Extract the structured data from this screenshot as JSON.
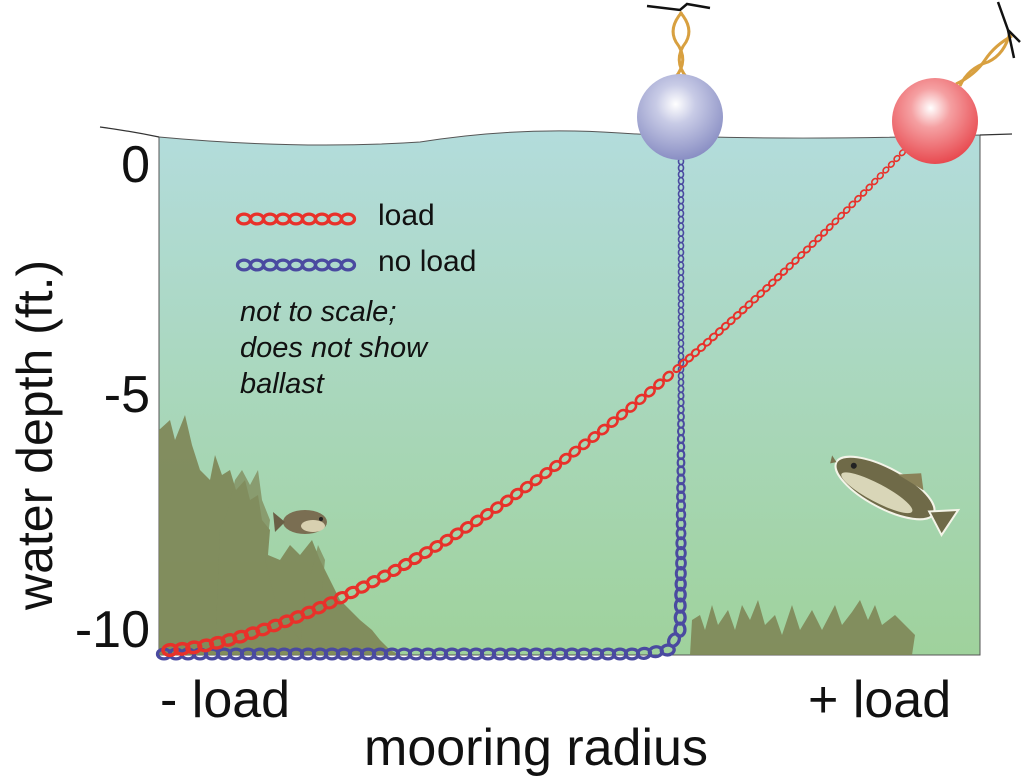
{
  "diagram": {
    "title": "Mooring line shape under load vs no load",
    "y_axis": {
      "label": "water depth (ft.)",
      "ticks": [
        "0",
        "-5",
        "-10"
      ],
      "range": [
        -10,
        0
      ]
    },
    "x_axis": {
      "label": "mooring radius",
      "left_label": "- load",
      "right_label": "+ load"
    },
    "legend": [
      {
        "label": "load",
        "color": "#e8312a"
      },
      {
        "label": "no load",
        "color": "#4a4aa0"
      }
    ],
    "note": [
      "not to scale;",
      "does not show",
      "ballast"
    ],
    "buoys": [
      {
        "name": "no-load buoy",
        "color": "#a9add6"
      },
      {
        "name": "load buoy",
        "color": "#f2777a"
      }
    ],
    "colors": {
      "water_top": "#b3dcdc",
      "water_bottom": "#9fd29c",
      "weeds": "#7e8656",
      "rope": "#d8a040"
    }
  }
}
